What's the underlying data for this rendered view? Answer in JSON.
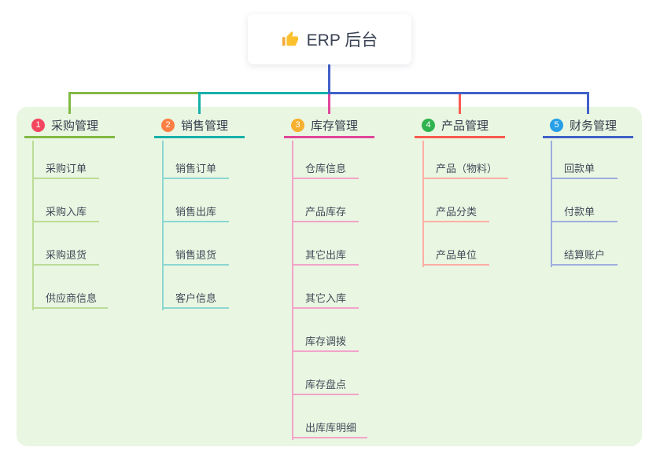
{
  "root": {
    "label": "ERP 后台",
    "icon": "thumbs-up"
  },
  "colors": {
    "root_connector": "#4160c8",
    "panel_bg": "#e9f6e2",
    "label_text": "#353e4c",
    "child_text": "#414b59"
  },
  "branches": [
    {
      "num": "1",
      "label": "采购管理",
      "badge_color": "#f4455f",
      "line_color": "#82b944",
      "light_color": "#bcdc96",
      "items": [
        "采购订单",
        "采购入库",
        "采购退货",
        "供应商信息"
      ]
    },
    {
      "num": "2",
      "label": "销售管理",
      "badge_color": "#fb7e42",
      "line_color": "#16b0aa",
      "light_color": "#8cd7d2",
      "items": [
        "销售订单",
        "销售出库",
        "销售退货",
        "客户信息"
      ]
    },
    {
      "num": "3",
      "label": "库存管理",
      "badge_color": "#f7b02e",
      "line_color": "#e0479a",
      "light_color": "#f3a3c9",
      "items": [
        "仓库信息",
        "产品库存",
        "其它出库",
        "其它入库",
        "库存调拨",
        "库存盘点",
        "出库库明细"
      ]
    },
    {
      "num": "4",
      "label": "产品管理",
      "badge_color": "#2eb34e",
      "line_color": "#f85a50",
      "light_color": "#fbafa7",
      "items": [
        "产品（物料）",
        "产品分类",
        "产品单位"
      ]
    },
    {
      "num": "5",
      "label": "财务管理",
      "badge_color": "#269fe6",
      "line_color": "#4160c8",
      "light_color": "#9daede",
      "items": [
        "回款单",
        "付款单",
        "结算账户"
      ]
    }
  ]
}
